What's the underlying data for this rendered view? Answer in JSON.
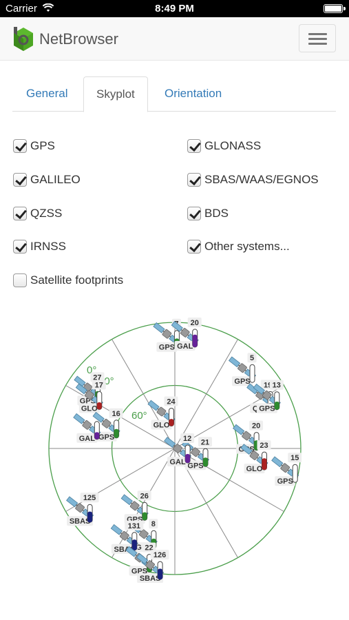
{
  "status": {
    "carrier": "Carrier",
    "time": "8:49 PM"
  },
  "nav": {
    "brand": "NetBrowser"
  },
  "tabs": [
    {
      "label": "General"
    },
    {
      "label": "Skyplot"
    },
    {
      "label": "Orientation"
    }
  ],
  "checks": [
    {
      "label": "GPS",
      "checked": true
    },
    {
      "label": "GLONASS",
      "checked": true
    },
    {
      "label": "GALILEO",
      "checked": true
    },
    {
      "label": "SBAS/WAAS/EGNOS",
      "checked": true
    },
    {
      "label": "QZSS",
      "checked": true
    },
    {
      "label": "BDS",
      "checked": true
    },
    {
      "label": "IRNSS",
      "checked": true
    },
    {
      "label": "Other systems...",
      "checked": true
    },
    {
      "label": "Satellite footprints",
      "checked": false
    }
  ],
  "skyplot": {
    "elevation_labels": [
      "0°",
      "30°",
      "60°"
    ],
    "colors": {
      "ring": "#4a9e4a",
      "line": "#888888",
      "green": "#2e8b2e",
      "red": "#aa2222",
      "purple": "#662299",
      "navy": "#1a237e",
      "black": "#111111"
    },
    "satellites": [
      {
        "id": "7",
        "sys": "GPS",
        "az": 356,
        "el": 8,
        "level": 0.55,
        "color": "green"
      },
      {
        "id": "20",
        "sys": "GAL",
        "az": 5,
        "el": 7,
        "level": 0.7,
        "color": "purple"
      },
      {
        "id": "5",
        "sys": "GPS",
        "az": 40,
        "el": 15,
        "level": 0.0,
        "color": "green"
      },
      {
        "id": "193",
        "sys": "QZS",
        "az": 58,
        "el": 18,
        "level": 0.35,
        "color": "black"
      },
      {
        "id": "13",
        "sys": "GPS",
        "az": 60,
        "el": 14,
        "level": 0.45,
        "color": "green"
      },
      {
        "id": "20",
        "sys": "GPS",
        "az": 80,
        "el": 38,
        "level": 0.55,
        "color": "green"
      },
      {
        "id": "23",
        "sys": "GLO",
        "az": 95,
        "el": 33,
        "level": 0.65,
        "color": "red"
      },
      {
        "id": "15",
        "sys": "GPS",
        "az": 100,
        "el": 10,
        "level": 0.0,
        "color": "green"
      },
      {
        "id": "21",
        "sys": "GPS",
        "az": 100,
        "el": 75,
        "level": 0.5,
        "color": "green"
      },
      {
        "id": "12",
        "sys": "GAL",
        "az": 90,
        "el": 88,
        "level": 0.5,
        "color": "purple"
      },
      {
        "id": "24",
        "sys": "GLO",
        "az": 340,
        "el": 62,
        "level": 0.4,
        "color": "red"
      },
      {
        "id": "27",
        "sys": "GPS",
        "az": 305,
        "el": 14,
        "level": 0.6,
        "color": "green"
      },
      {
        "id": "17",
        "sys": "GLO",
        "az": 302,
        "el": 18,
        "level": 0.4,
        "color": "red"
      },
      {
        "id": "16",
        "sys": "GPS",
        "az": 290,
        "el": 38,
        "level": 0.5,
        "color": "green"
      },
      {
        "id": "",
        "sys": "GAL",
        "az": 285,
        "el": 25,
        "level": 0.4,
        "color": "purple"
      },
      {
        "id": "26",
        "sys": "GPS",
        "az": 215,
        "el": 40,
        "level": 0.45,
        "color": "green"
      },
      {
        "id": "125",
        "sys": "SBAS",
        "az": 238,
        "el": 10,
        "level": 0.6,
        "color": "navy"
      },
      {
        "id": "8",
        "sys": "GPS",
        "az": 200,
        "el": 25,
        "level": 0.55,
        "color": "green"
      },
      {
        "id": "131",
        "sys": "SBAS",
        "az": 210,
        "el": 18,
        "level": 0.6,
        "color": "navy"
      },
      {
        "id": "22",
        "sys": "GPS",
        "az": 198,
        "el": 8,
        "level": 0.45,
        "color": "green"
      },
      {
        "id": "126",
        "sys": "SBAS",
        "az": 192,
        "el": 5,
        "level": 0.6,
        "color": "navy"
      }
    ]
  }
}
